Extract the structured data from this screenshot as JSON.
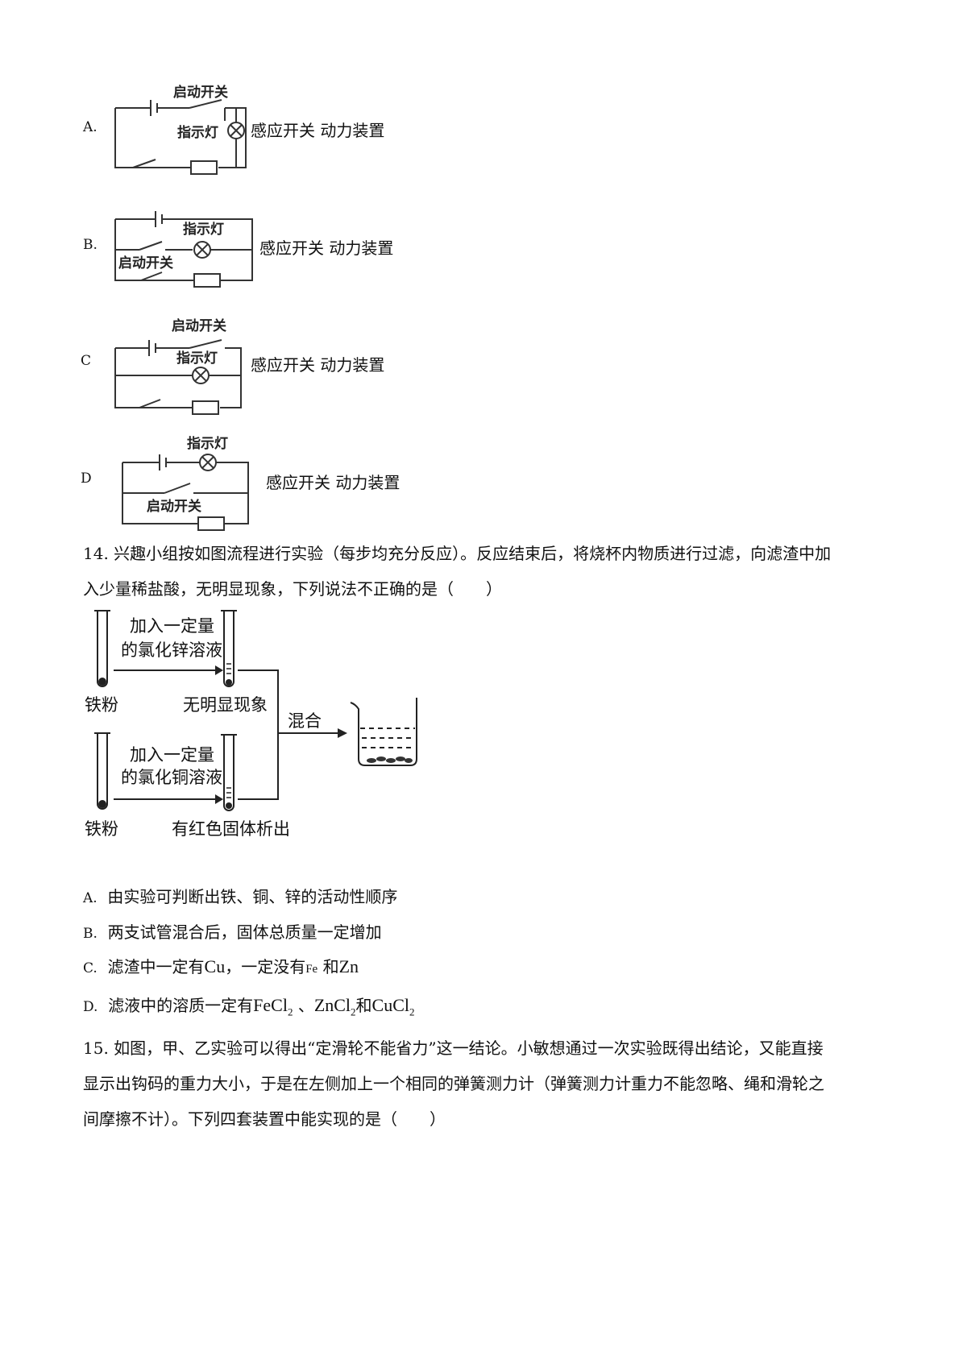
{
  "q13": {
    "options": [
      {
        "letter": "A.",
        "top_label": "启动开关",
        "lamp_label": "指示灯",
        "right_text": "感应开关   动力装置"
      },
      {
        "letter": "B.",
        "lamp_label": "指示灯",
        "switch_label": "启动开关",
        "right_text": "感应开关   动力装置"
      },
      {
        "letter": "C",
        "top_label": "启动开关",
        "lamp_label": "指示灯",
        "right_text": "感应开关   动力装置"
      },
      {
        "letter": "D",
        "lamp_label": "指示灯",
        "switch_label": "启动开关",
        "right_text": "感应开关     动力装置"
      }
    ]
  },
  "q14": {
    "stem_line1": "14. 兴趣小组按如图流程进行实验（每步均充分反应）。反应结束后，将烧杯内物质进行过滤，向滤渣中加",
    "stem_line2": "入少量稀盐酸，无明显现象，下列说法不正确的是（　　）",
    "figure": {
      "top_add_1": "加入一定量",
      "top_add_2": "的氯化锌溶液",
      "top_left": "铁粉",
      "top_result": "无明显现象",
      "mix": "混合",
      "bottom_add_1": "加入一定量",
      "bottom_add_2": "的氯化铜溶液",
      "bottom_left": "铁粉",
      "bottom_result": "有红色固体析出"
    },
    "options": {
      "a_letter": "A.",
      "a_text": "由实验可判断出铁、铜、锌的活动性顺序",
      "b_letter": "B.",
      "b_text": "两支试管混合后，固体总质量一定增加",
      "c_letter": "C.",
      "c_pre": "滤渣中一定有",
      "c_cu": "Cu",
      "c_mid": "，一定没有",
      "c_fe": "Fe",
      "c_and": "和",
      "c_zn": "Zn",
      "d_letter": "D.",
      "d_pre": "滤液中的溶质一定有",
      "d_f1": "FeCl",
      "d_f1_sub": "2",
      "d_sep": "、",
      "d_f2": "ZnCl",
      "d_f2_sub": "2",
      "d_and": "和",
      "d_f3": "CuCl",
      "d_f3_sub": "2"
    }
  },
  "q15": {
    "line1": "15. 如图，甲、乙实验可以得出“定滑轮不能省力”这一结论。小敏想通过一次实验既得出结论，又能直接",
    "line2": "显示出钩码的重力大小，于是在左侧加上一个相同的弹簧测力计（弹簧测力计重力不能忽略、绳和滑轮之",
    "line3": "间摩擦不计）。下列四套装置中能实现的是（　　）"
  }
}
